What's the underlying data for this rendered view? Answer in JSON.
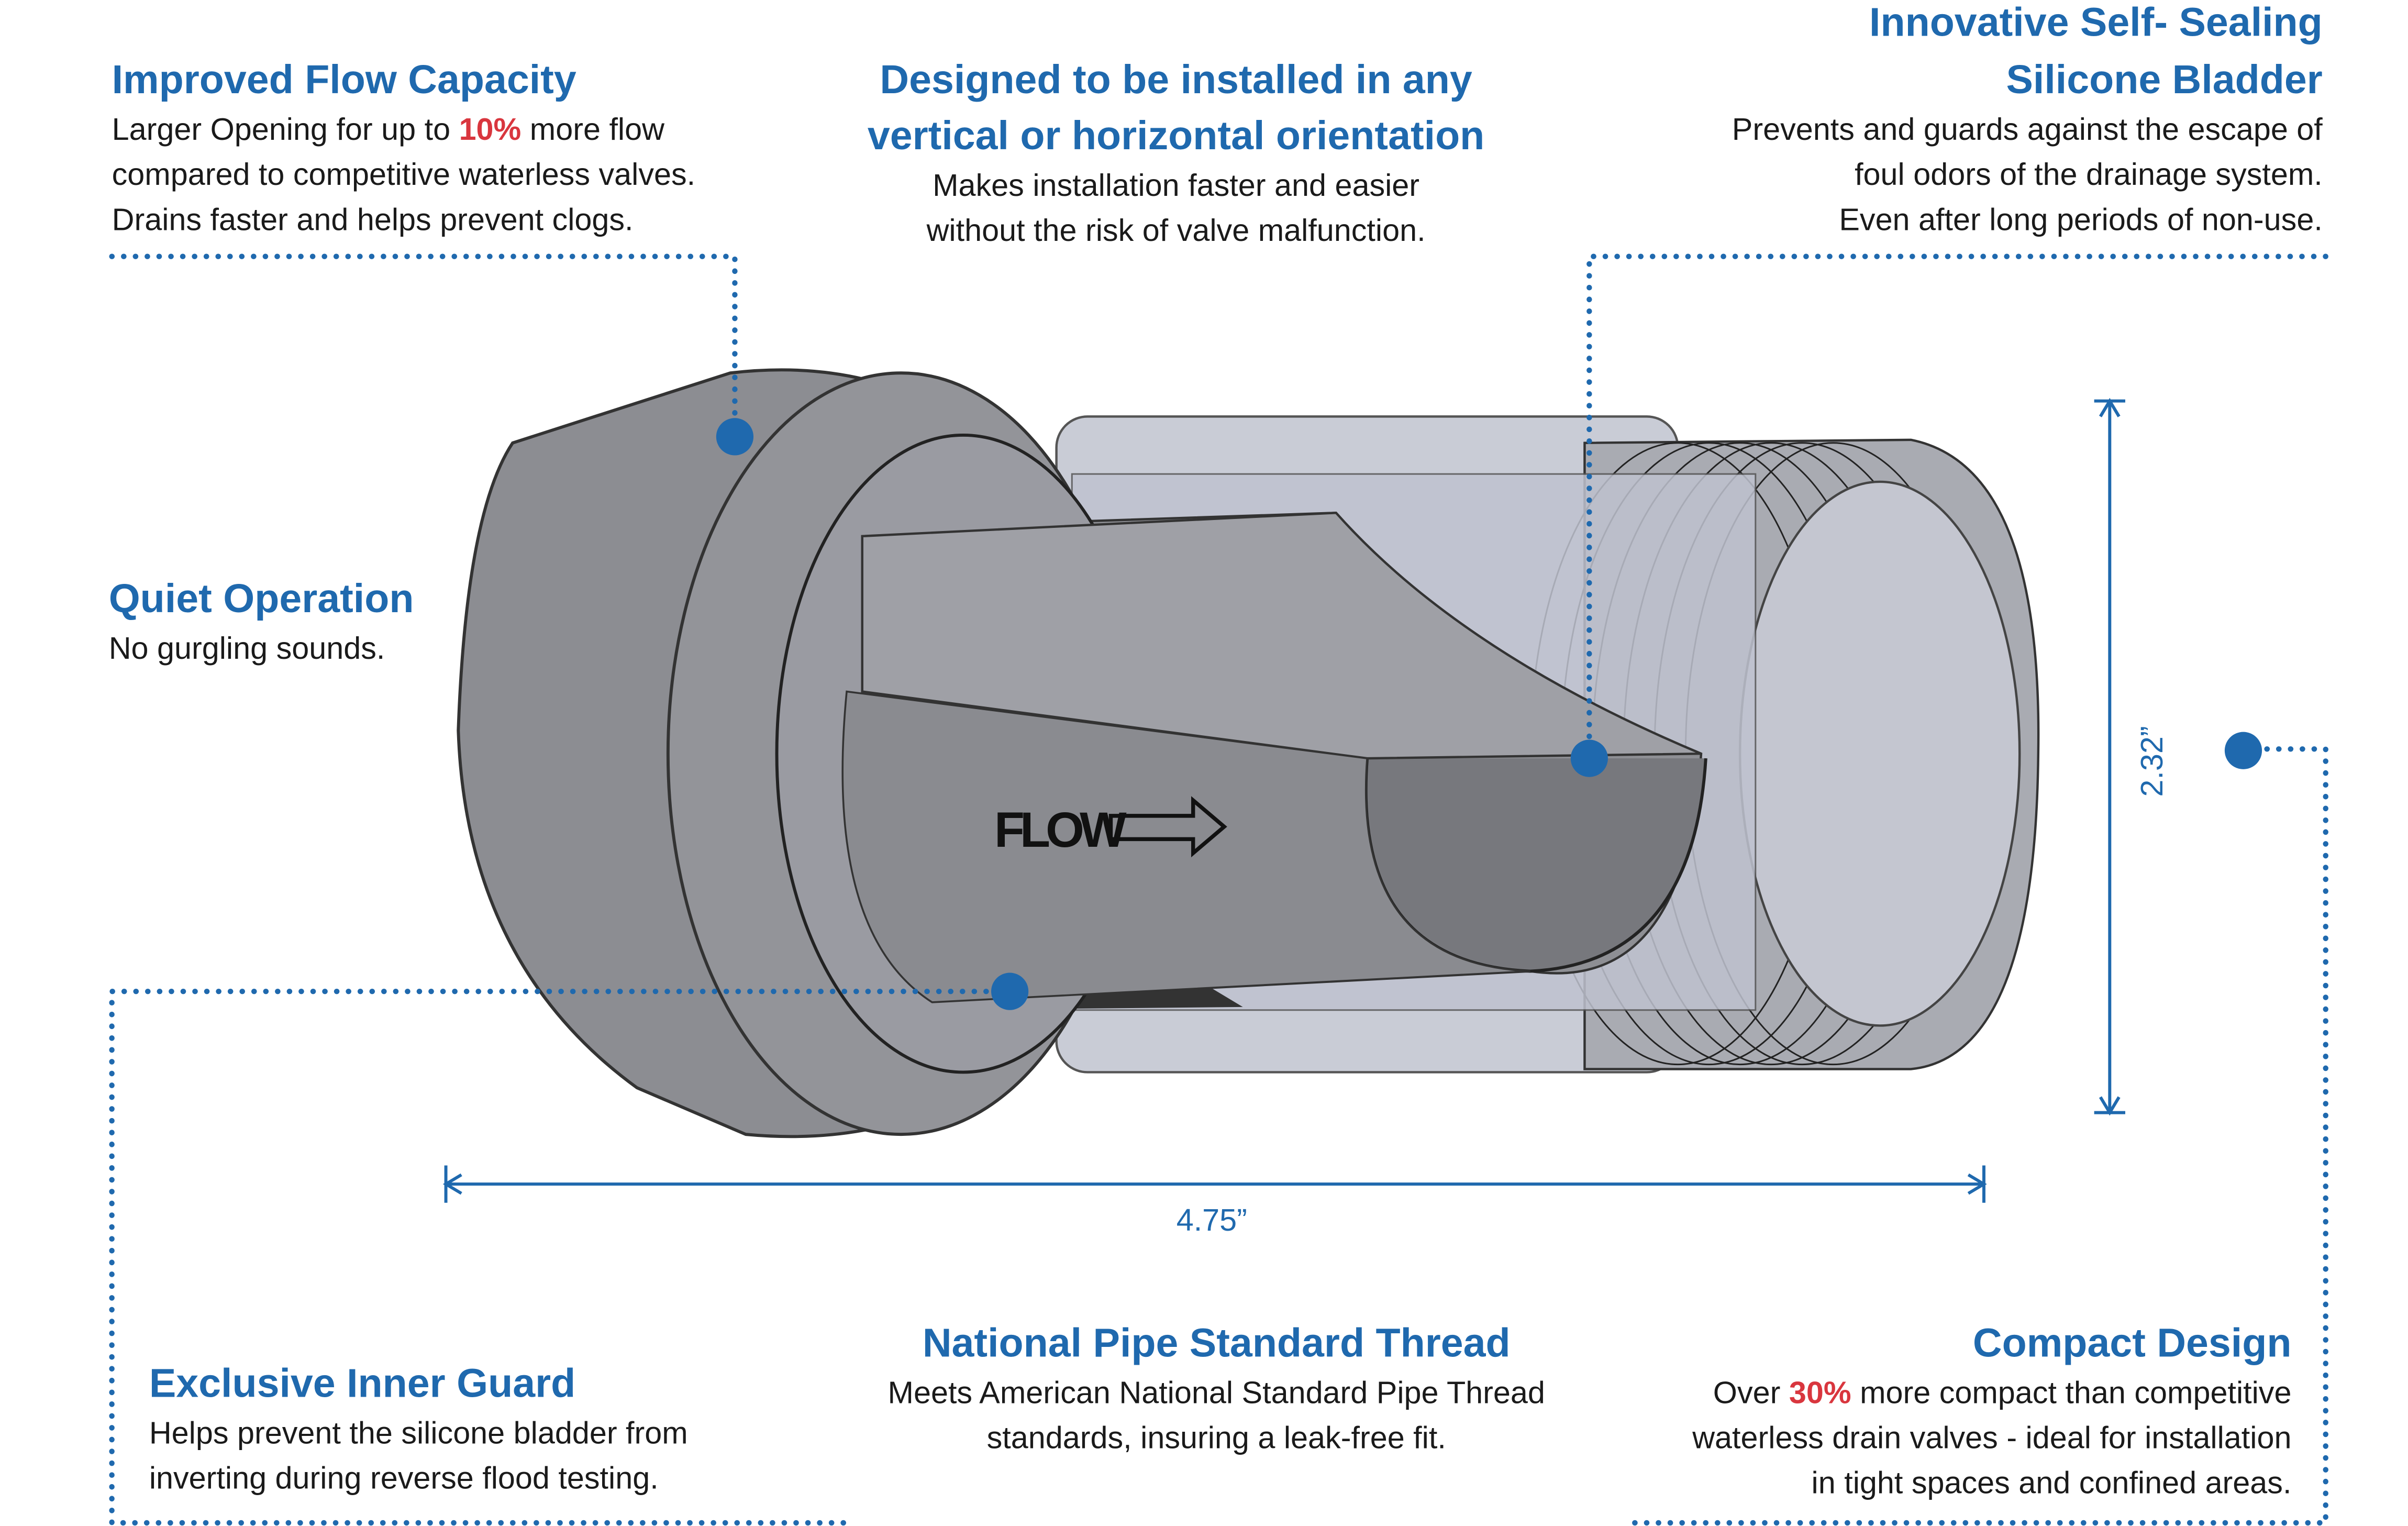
{
  "features": {
    "flow": {
      "title": "Improved Flow Capacity",
      "line1_pre": "Larger Opening for up to ",
      "line1_hl": "10%",
      "line1_post": " more flow",
      "line2": "compared to competitive waterless valves.",
      "line3": "Drains faster and helps prevent clogs."
    },
    "orientation": {
      "title1": "Designed to be installed in any",
      "title2": "vertical or horizontal orientation",
      "line1": "Makes installation faster and easier",
      "line2": "without the risk of valve malfunction."
    },
    "bladder": {
      "title1": "Innovative Self- Sealing",
      "title2": "Silicone Bladder",
      "line1": "Prevents and guards against the escape of",
      "line2": "foul odors of the drainage system.",
      "line3": "Even after long periods of non-use."
    },
    "quiet": {
      "title": "Quiet Operation",
      "line1": "No gurgling sounds."
    },
    "guard": {
      "title": "Exclusive Inner Guard",
      "line1": "Helps prevent the silicone bladder from",
      "line2": "inverting during reverse flood testing."
    },
    "thread": {
      "title": "National Pipe Standard Thread",
      "line1": "Meets American National Standard Pipe Thread",
      "line2": "standards, insuring a leak-free fit."
    },
    "compact": {
      "title": "Compact Design",
      "line1_pre": "Over ",
      "line1_hl": "30%",
      "line1_post": " more compact than competitive",
      "line2": "waterless drain valves - ideal for installation",
      "line3": "in tight spaces and confined areas."
    }
  },
  "dimensions": {
    "height": "2.32”",
    "length": "4.75”"
  },
  "valve": {
    "flow_label": "FLOW"
  },
  "colors": {
    "accent": "#1f69ae",
    "highlight": "#d9363e"
  }
}
